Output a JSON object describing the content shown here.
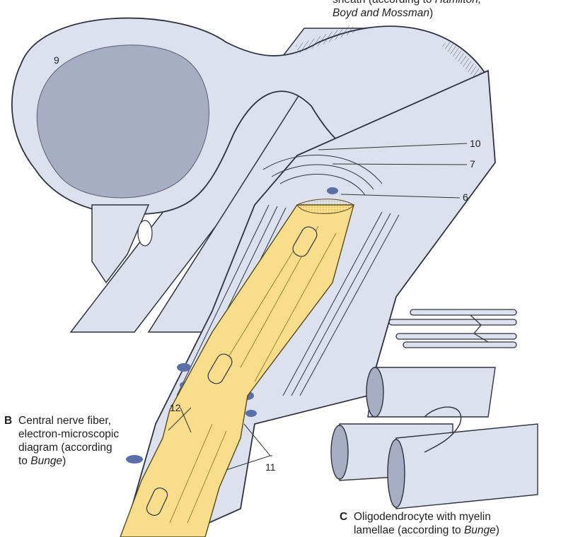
{
  "colors": {
    "sheath_fill": "#dde1ee",
    "sheath_stroke": "#2e3340",
    "inner_fill": "#a7aec4",
    "axon_fill": "#f8de8c",
    "axon_stroke": "#5b4a1a",
    "dark_pocket": "#5a6fa8"
  },
  "top_caption": {
    "line1_prefix": "sheath (according to ",
    "line1_italic": "Hamilton,",
    "line2_italic": "Boyd and Mossman",
    "line2_suffix": ")"
  },
  "labels": {
    "n9": "9",
    "n10": "10",
    "n7": "7",
    "n6": "6",
    "n12": "12",
    "n11": "11"
  },
  "caption_b": {
    "letter": "B",
    "line1": "Central nerve fiber,",
    "line2": "electron-microscopic",
    "line3": "diagram (according",
    "line4_prefix": "to ",
    "line4_italic": "Bunge",
    "line4_suffix": ")"
  },
  "caption_c": {
    "letter": "C",
    "line1": "Oligodendrocyte with myelin",
    "line2_prefix": "lamellae (according to ",
    "line2_italic": "Bunge",
    "line2_suffix": ")"
  }
}
